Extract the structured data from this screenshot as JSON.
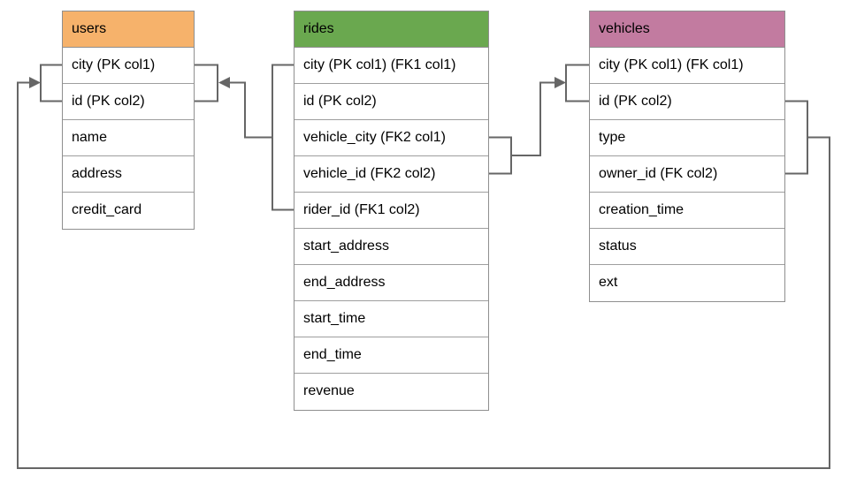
{
  "diagram": {
    "background": "#ffffff",
    "line_color": "#666666",
    "table_border_color": "#8f8f8f",
    "text_color": "#000000",
    "tables": [
      {
        "name": "users",
        "header_color": "#F6B26B",
        "columns": [
          "city (PK col1)",
          "id (PK col2)",
          "name",
          "address",
          "credit_card"
        ]
      },
      {
        "name": "rides",
        "header_color": "#6AA84F",
        "columns": [
          "city (PK col1) (FK1 col1)",
          "id (PK col2)",
          "vehicle_city (FK2 col1)",
          "vehicle_id (FK2 col2)",
          "rider_id (FK1 col2)",
          "start_address",
          "end_address",
          "start_time",
          "end_time",
          "revenue"
        ]
      },
      {
        "name": "vehicles",
        "header_color": "#C27BA0",
        "columns": [
          "city (PK col1) (FK col1)",
          "id (PK col2)",
          "type",
          "owner_id (FK col2)",
          "creation_time",
          "status",
          "ext"
        ]
      }
    ],
    "relationships": [
      {
        "name": "FK1",
        "from": "rides (city, rider_id)",
        "to": "users (city, id)"
      },
      {
        "name": "FK2",
        "from": "rides (vehicle_city, vehicle_id)",
        "to": "vehicles (city, id)"
      },
      {
        "name": "FK",
        "from": "vehicles (city, owner_id)",
        "to": "users (city, id)"
      }
    ]
  }
}
